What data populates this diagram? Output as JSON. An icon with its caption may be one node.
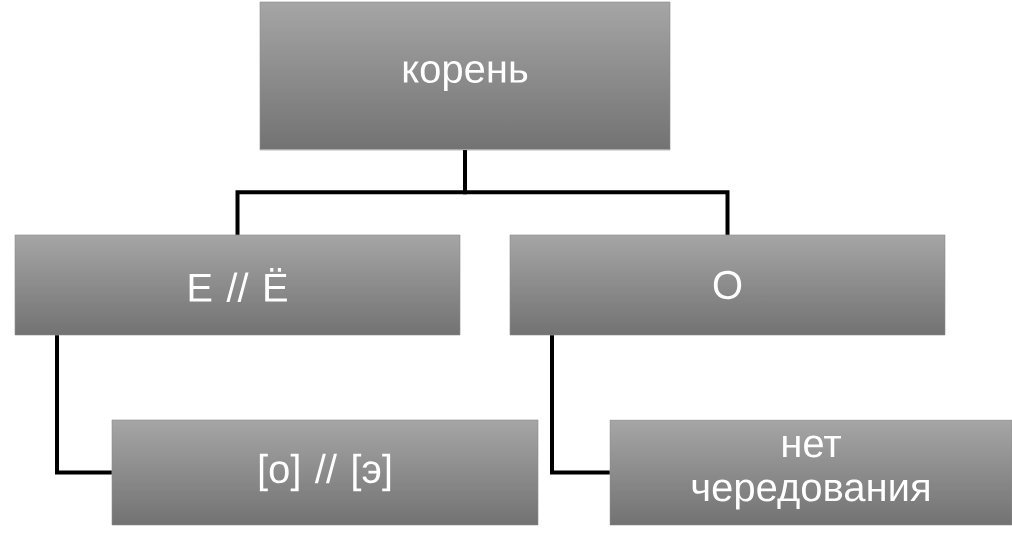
{
  "diagram": {
    "nodes": [
      {
        "text": [
          "корень"
        ]
      },
      {
        "text": [
          "Е // Ё"
        ]
      },
      {
        "text": [
          "О"
        ]
      },
      {
        "text": [
          "[о] // [э]"
        ]
      },
      {
        "text": [
          "нет чередования"
        ]
      }
    ],
    "edges": [
      {
        "from": 0,
        "to": 1,
        "arrow": "none"
      },
      {
        "from": 0,
        "to": 2,
        "arrow": "none"
      },
      {
        "from": 1,
        "to": 3,
        "arrow": "none"
      },
      {
        "from": 2,
        "to": 4,
        "arrow": "none"
      }
    ]
  }
}
